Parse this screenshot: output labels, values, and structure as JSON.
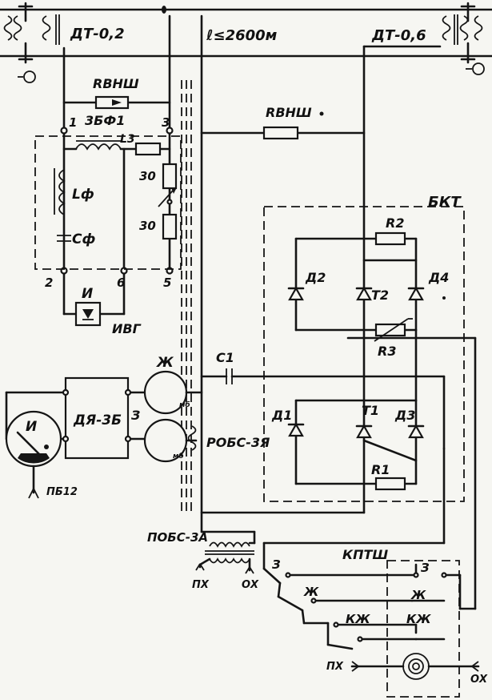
{
  "labels": {
    "dt02": "ДТ-0,2",
    "length": "ℓ≤2600м",
    "dt06": "ДТ-0,6",
    "rvnsh_left": "RВНШ",
    "rvnsh_right": "RВНШ",
    "zbf1": "3БФ1",
    "l3": "L3",
    "lf": "Lф",
    "cf": "Cф",
    "r30a": "30",
    "r30b": "30",
    "term1": "1",
    "term3": "3",
    "term2": "2",
    "term6": "6",
    "term5": "5",
    "ivg_i": "И",
    "ivg": "ИВГ",
    "bkt": "БКТ",
    "r2": "R2",
    "r3": "R3",
    "r1": "R1",
    "d1": "Д1",
    "d2": "Д2",
    "d3": "Д3",
    "d4": "Д4",
    "t1": "T1",
    "t2": "T2",
    "c1": "C1",
    "zh_top": "Ж",
    "z_mid": "З",
    "mb1": "мб",
    "mb2": "мб",
    "dya": "ДЯ-3Б",
    "meter_i": "И",
    "pb12": "ПБ12",
    "robs": "РОБС-3Я",
    "pobs": "ПОБС-3А",
    "px_left": "ПХ",
    "ox_left": "ОХ",
    "kptsh": "КПТШ",
    "sw_z": "З",
    "sw_zh": "Ж",
    "sw_kzh": "КЖ",
    "k_z": "З",
    "k_zh": "Ж",
    "k_kzh": "КЖ",
    "px_bottom": "ПХ",
    "ox_bottom": "ОХ"
  }
}
